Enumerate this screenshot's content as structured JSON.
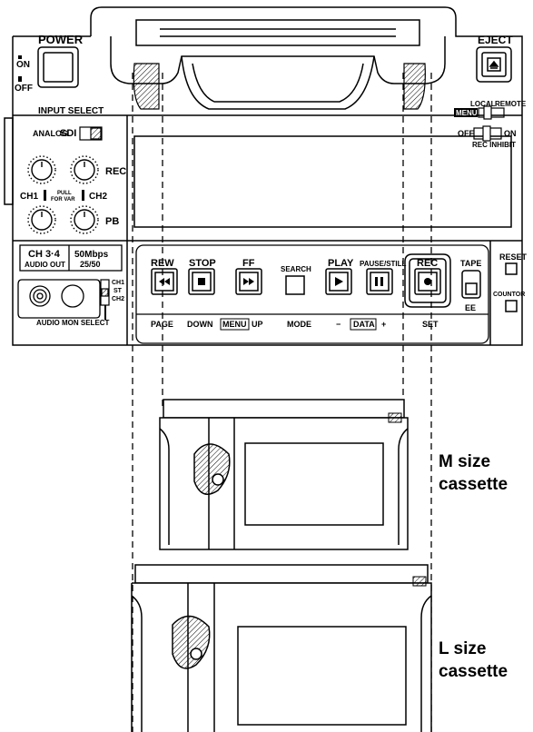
{
  "deck": {
    "power": {
      "label": "POWER",
      "on": "ON",
      "off": "OFF"
    },
    "eject": {
      "label": "EJECT"
    },
    "local_label": "LOCAL",
    "remote_label": "REMOTE",
    "menu_label": "MENU",
    "input_select": {
      "title": "INPUT SELECT",
      "analog": "ANALOG",
      "sdi": "SDI"
    },
    "rec_inhibit": {
      "off": "OFF",
      "on": "ON",
      "title": "REC INHIBIT"
    },
    "knobs": {
      "rec": "REC",
      "pb": "PB",
      "ch1": "CH1",
      "ch2": "CH2",
      "pull": "PULL",
      "for_var": "FOR VAR"
    },
    "audio_out": {
      "ch": "CH 3·4",
      "label": "AUDIO OUT",
      "rate": "50Mbps",
      "ratio": "25/50"
    },
    "audio_mon": {
      "label": "AUDIO MON SELECT",
      "ch1": "CH1",
      "st": "ST",
      "ch2": "CH2"
    },
    "transport": {
      "rew": "REW",
      "stop": "STOP",
      "ff": "FF",
      "search": "SEARCH",
      "play": "PLAY",
      "pause": "PAUSE/STILL",
      "rec": "REC",
      "tape": "TAPE",
      "ee": "EE"
    },
    "bottom_labels": {
      "page": "PAGE",
      "down": "DOWN",
      "menu": "MENU",
      "up": "UP",
      "mode": "MODE",
      "minus": "−",
      "data": "DATA",
      "plus": "+",
      "set": "SET"
    },
    "reset": "RESET",
    "counter": "COUNTOR"
  },
  "cassettes": {
    "m": {
      "line1": "M size",
      "line2": "cassette"
    },
    "l": {
      "line1": "L size",
      "line2": "cassette"
    }
  }
}
